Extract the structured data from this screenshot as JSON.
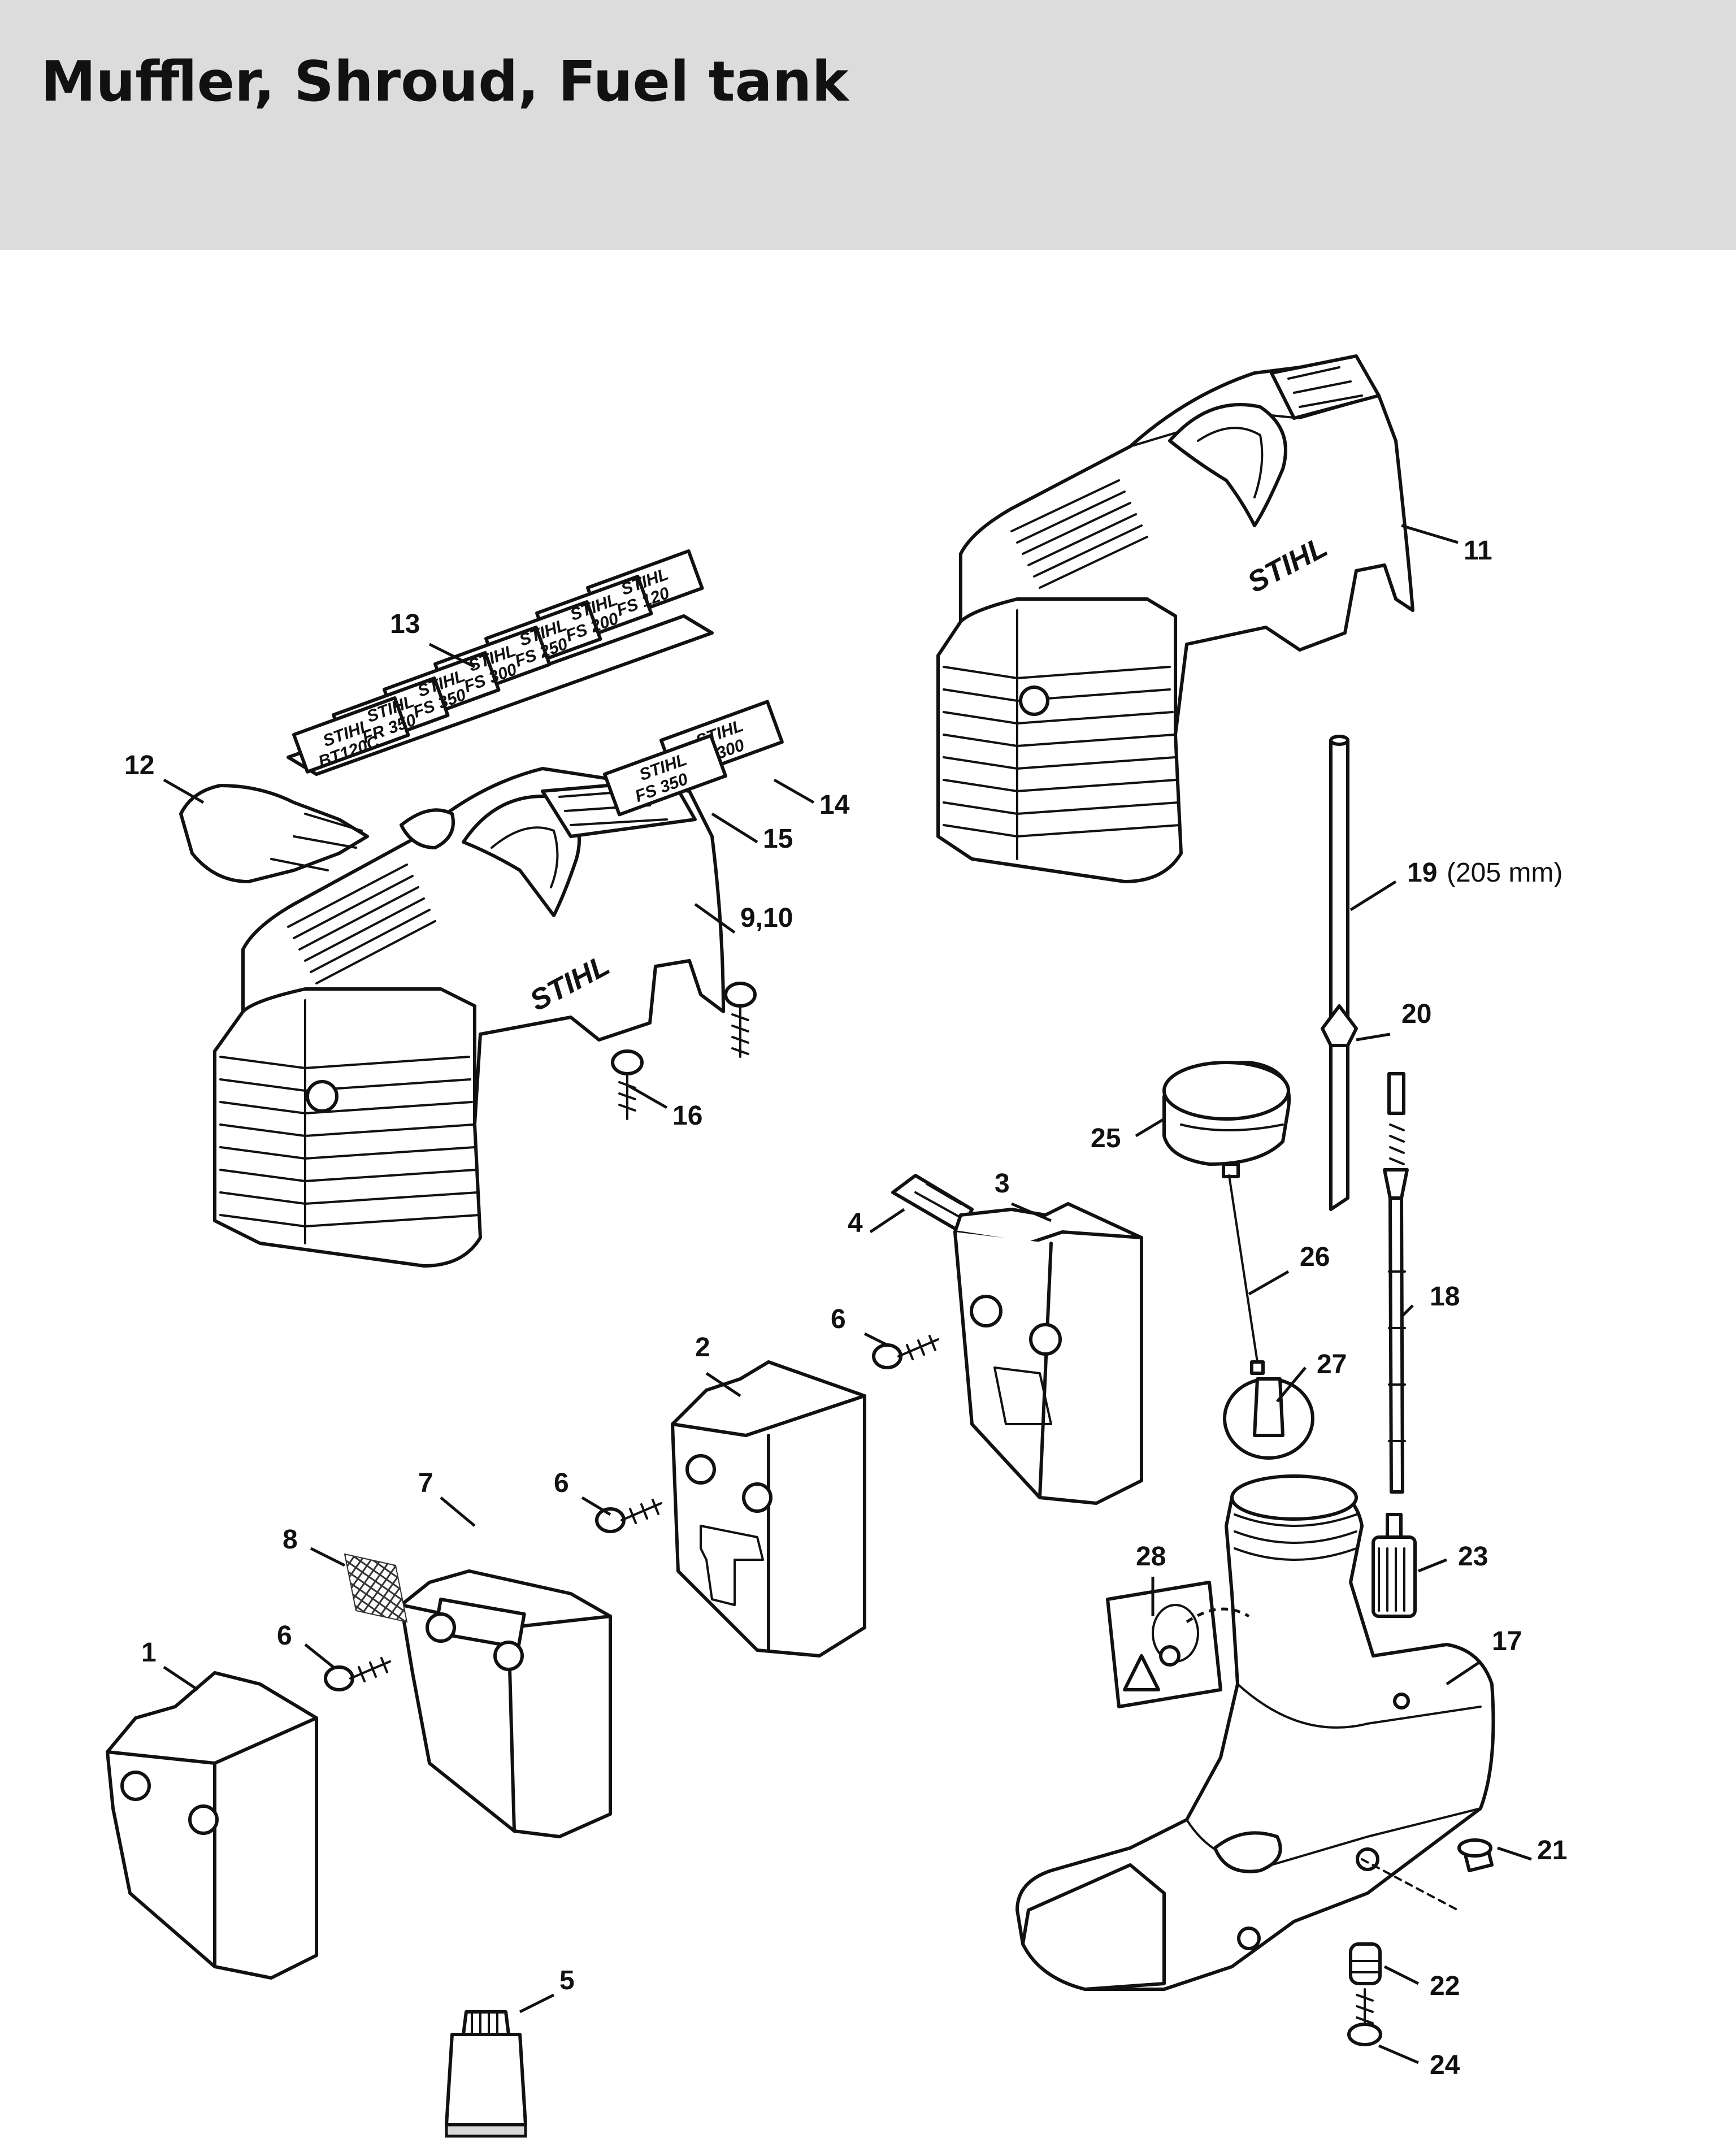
{
  "title": "Muffler, Shroud, Fuel tank",
  "brand_mark": "STIHL",
  "decal_sheet_13": [
    "STIHL",
    "FS 120",
    "STIHL",
    "FS 200",
    "STIHL",
    "FS 250",
    "STIHL",
    "FS 300",
    "STIHL",
    "FS 350",
    "STIHL",
    "FR 350",
    "STIHL",
    "BT120C"
  ],
  "decal_14": [
    "STIHL",
    "FS 300"
  ],
  "decal_15": [
    "STIHL",
    "FS 350"
  ],
  "callouts": {
    "p1": "1",
    "p2": "2",
    "p3": "3",
    "p4": "4",
    "p5": "5",
    "p6a": "6",
    "p6b": "6",
    "p6c": "6",
    "p7": "7",
    "p8": "8",
    "p9_10": "9,10",
    "p11": "11",
    "p12": "12",
    "p13": "13",
    "p14": "14",
    "p15": "15",
    "p16": "16",
    "p17": "17",
    "p18": "18",
    "p19": "19",
    "p19_note": "(205 mm)",
    "p20": "20",
    "p21": "21",
    "p22": "22",
    "p23": "23",
    "p24": "24",
    "p25": "25",
    "p26": "26",
    "p27": "27",
    "p28": "28"
  }
}
